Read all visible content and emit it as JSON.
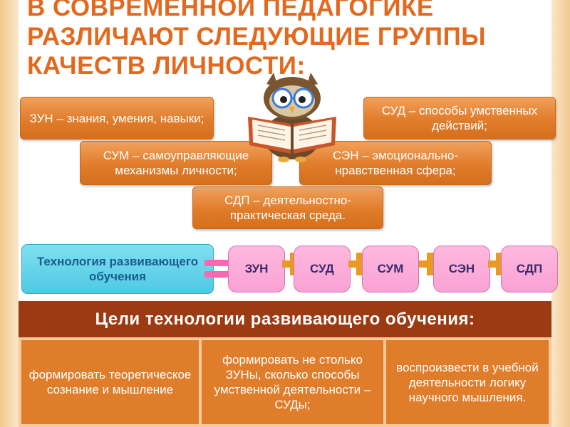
{
  "title": "В современной педагогике различают следующие группы качеств личности:",
  "qualities": {
    "zun": "ЗУН – знания, умения, навыки;",
    "sud": "СУД – способы умственных действий;",
    "sum": "СУМ – самоуправляющие механизмы личности;",
    "sen": "СЭН – эмоционально-нравственная сфера;",
    "sdp": "СДП – деятельностно-практическая среда."
  },
  "formula": {
    "technology": "Технология развивающего обучения",
    "terms": [
      "ЗУН",
      "СУД",
      "СУМ",
      "СЭН",
      "СДП"
    ]
  },
  "goals": {
    "header": "Цели технологии развивающего обучения:",
    "items": [
      "формировать теоретическое сознание и мышление",
      "формировать не столько ЗУНы, сколько способы умственной деятельности – СУДы;",
      "воспроизвести в учебной деятельности логику научного мышления."
    ]
  },
  "colors": {
    "title": "#e2691e",
    "quality_box": "#e17c2a",
    "technology_box": "#4fc9e3",
    "term_pill": "#f9a2d4",
    "equals": "#ff66b2",
    "plus": "#e99a22",
    "goals_header": "#9c3b13",
    "goal_cell": "#e07d2a"
  },
  "icons": {
    "mascot": "owl-reading-book-icon"
  }
}
